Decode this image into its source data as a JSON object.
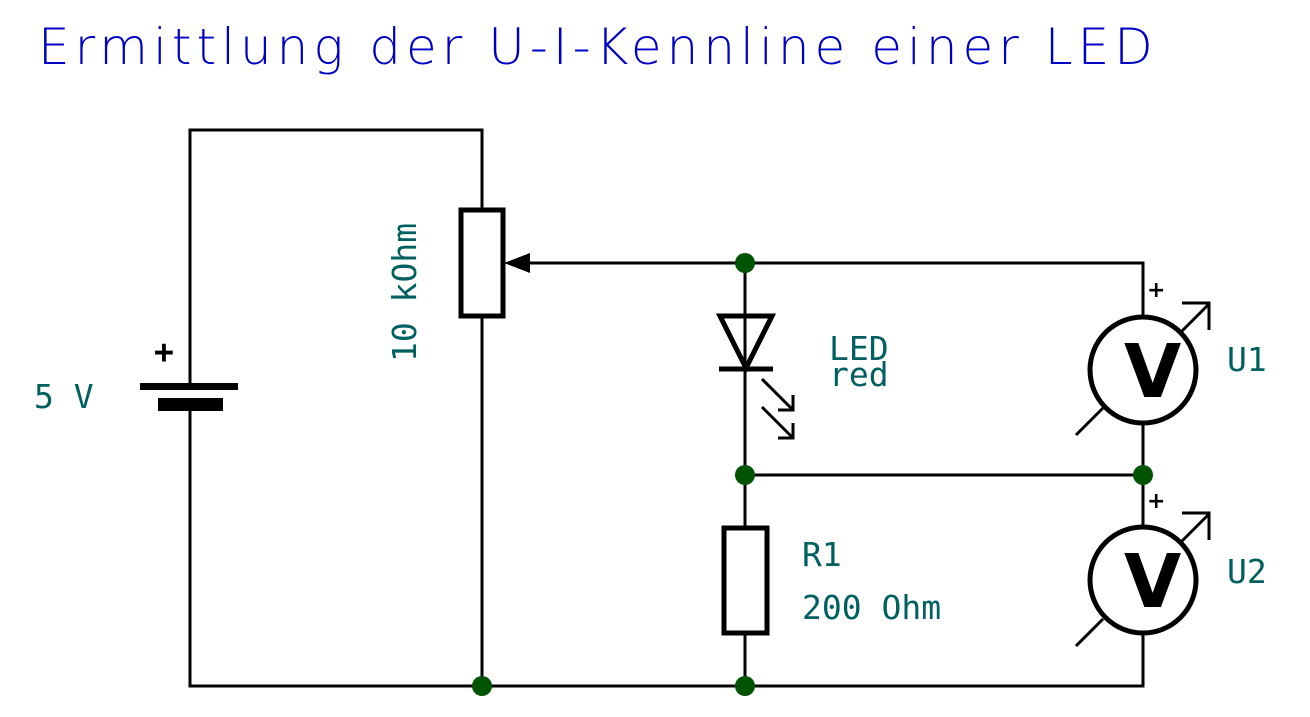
{
  "title": "Ermittlung der U-I-Kennline einer LED",
  "colors": {
    "title": "#0000c4",
    "label": "#006060",
    "wire": "#000000",
    "junction": "#005300",
    "background": "#ffffff"
  },
  "components": {
    "battery": {
      "value": "5 V",
      "polarity_mark": "+"
    },
    "potentiometer": {
      "value": "10 kOhm"
    },
    "led": {
      "name": "LED",
      "value": "red"
    },
    "resistor": {
      "ref": "R1",
      "value": "200 Ohm"
    },
    "voltmeter1": {
      "symbol": "V",
      "ref": "U1",
      "polarity_mark": "+"
    },
    "voltmeter2": {
      "symbol": "V",
      "ref": "U2",
      "polarity_mark": "+"
    }
  }
}
